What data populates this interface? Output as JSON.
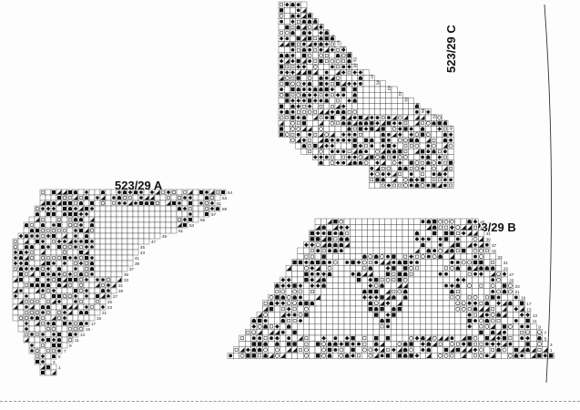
{
  "document": {
    "charts": [
      {
        "id": "C",
        "label": "523/29 C",
        "row_numbers": [
          "67",
          "65",
          "63",
          "61",
          "59",
          "57",
          "55",
          "53",
          "51",
          "49",
          "47",
          "45",
          "43",
          "41",
          "39",
          "37",
          "35",
          "33",
          "31",
          "29"
        ]
      },
      {
        "id": "A",
        "label": "523/29 A",
        "row_numbers": [
          "64",
          "63",
          "61",
          "59",
          "57",
          "55",
          "53",
          "51",
          "49",
          "47",
          "45",
          "43",
          "41",
          "39",
          "37",
          "35",
          "33",
          "31",
          "29",
          "27",
          "25",
          "23",
          "21",
          "19",
          "17",
          "15",
          "13",
          "11",
          "9",
          "7",
          "5",
          "3",
          "1"
        ]
      },
      {
        "id": "B",
        "label": "523/29 B",
        "row_numbers": [
          "45",
          "43",
          "41",
          "39",
          "37",
          "35",
          "33",
          "31",
          "29",
          "27",
          "25",
          "23",
          "21",
          "19",
          "17",
          "15",
          "13",
          "11",
          "9",
          "7",
          "5",
          "3",
          "1"
        ]
      }
    ],
    "symbol_legend_names": [
      "filled-diamond",
      "open-circle",
      "filled-circle",
      "filled-triangle",
      "filled-square",
      "arch",
      "open-square",
      "blank"
    ]
  }
}
